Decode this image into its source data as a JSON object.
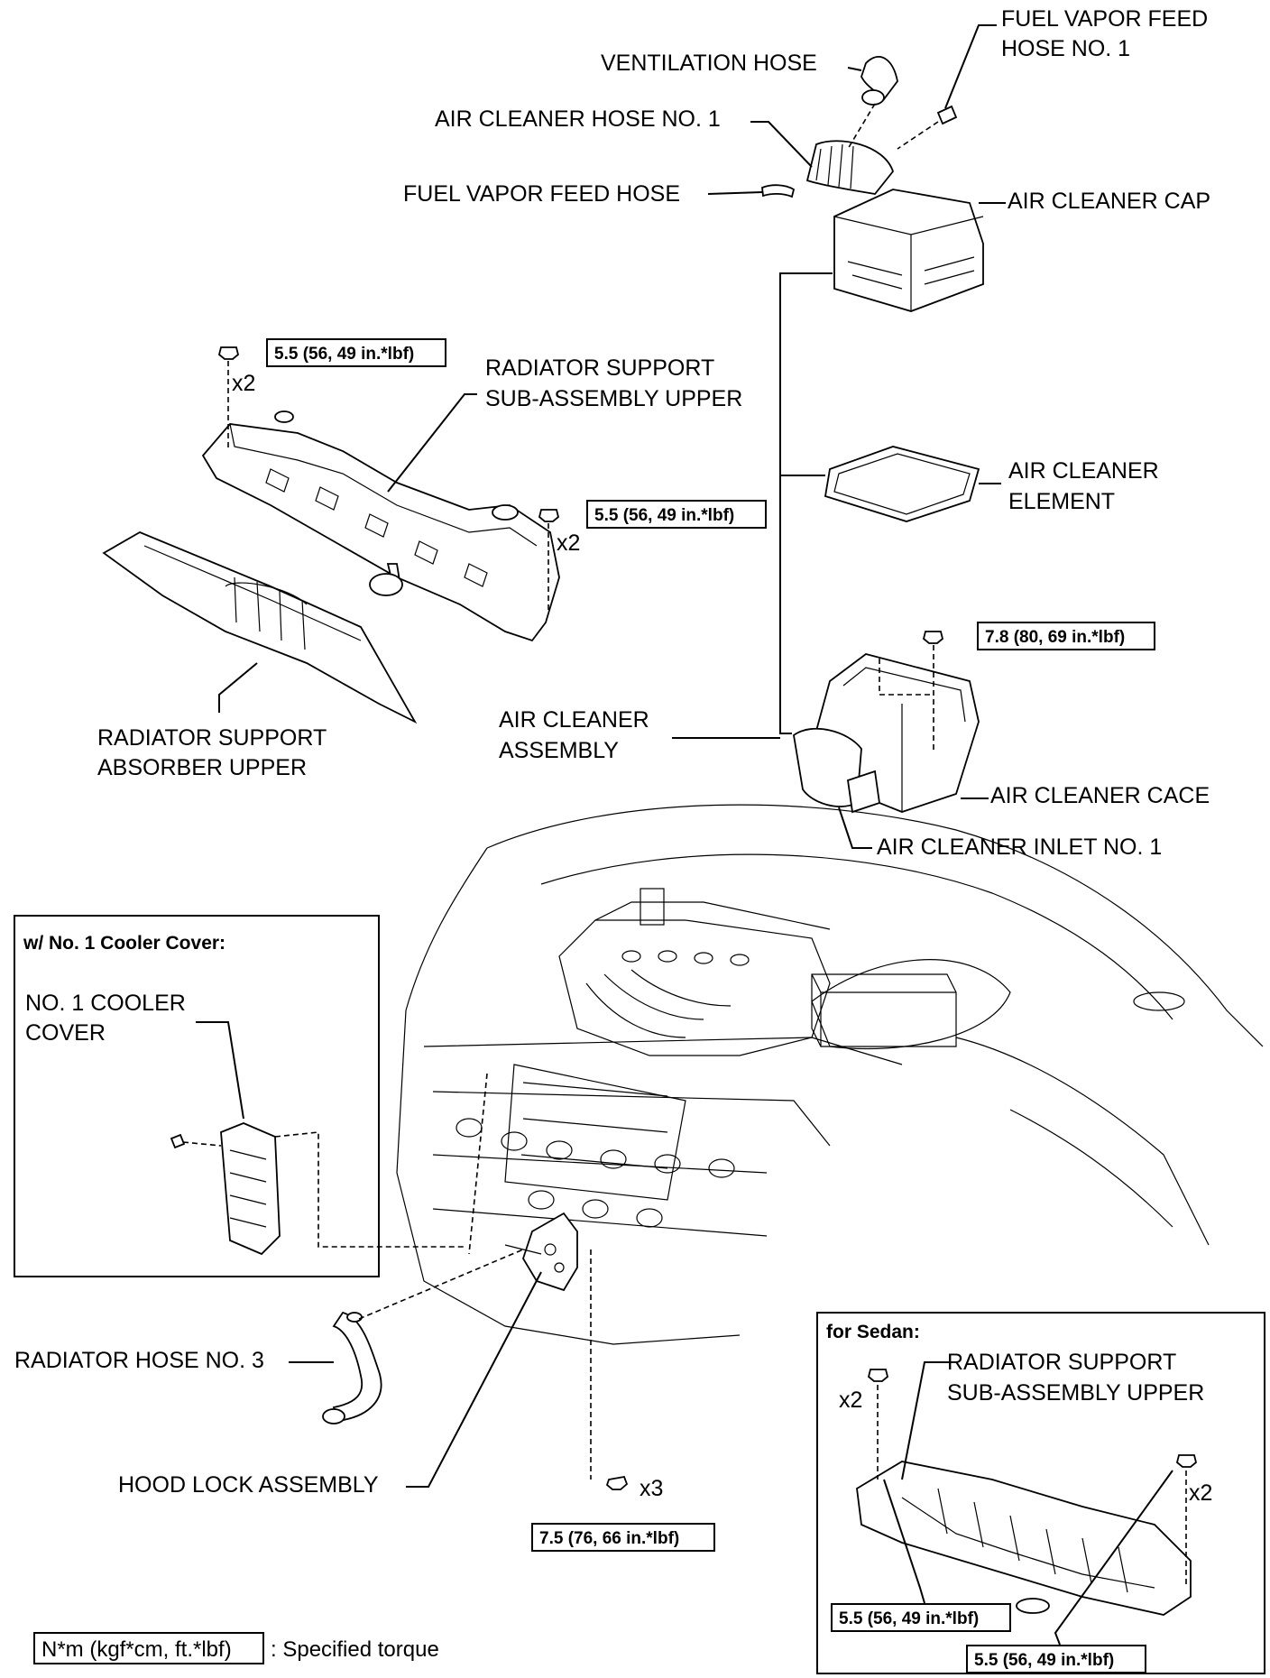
{
  "labels": {
    "fuel_vapor_feed_hose_no1_l1": "FUEL VAPOR FEED",
    "fuel_vapor_feed_hose_no1_l2": "HOSE NO. 1",
    "ventilation_hose": "VENTILATION HOSE",
    "air_cleaner_hose_no1": "AIR CLEANER HOSE NO. 1",
    "fuel_vapor_feed_hose": "FUEL VAPOR FEED HOSE",
    "air_cleaner_cap": "AIR CLEANER CAP",
    "radiator_support_upper_l1": "RADIATOR SUPPORT",
    "radiator_support_upper_l2": "SUB-ASSEMBLY UPPER",
    "air_cleaner_element_l1": "AIR CLEANER",
    "air_cleaner_element_l2": "ELEMENT",
    "air_cleaner_assembly_l1": "AIR CLEANER",
    "air_cleaner_assembly_l2": "ASSEMBLY",
    "radiator_support_absorber_l1": "RADIATOR SUPPORT",
    "radiator_support_absorber_l2": "ABSORBER UPPER",
    "air_cleaner_case": "AIR CLEANER CACE",
    "air_cleaner_inlet_no1": "AIR CLEANER INLET NO. 1",
    "no1_cooler_cover_l1": "NO. 1 COOLER",
    "no1_cooler_cover_l2": "COVER",
    "radiator_hose_no3": "RADIATOR HOSE NO. 3",
    "hood_lock_assembly": "HOOD LOCK ASSEMBLY",
    "sedan_radiator_support_l1": "RADIATOR SUPPORT",
    "sedan_radiator_support_l2": "SUB-ASSEMBLY UPPER"
  },
  "torques": {
    "t_5_5_a": "5.5 (56, 49 in.*lbf)",
    "t_5_5_b": "5.5 (56, 49 in.*lbf)",
    "t_7_8": "7.8 (80, 69 in.*lbf)",
    "t_7_5": "7.5 (76, 66 in.*lbf)",
    "t_5_5_sedan_a": "5.5 (56, 49 in.*lbf)",
    "t_5_5_sedan_b": "5.5 (56, 49 in.*lbf)"
  },
  "quantities": {
    "q_x2_a": "x2",
    "q_x2_b": "x2",
    "q_x3": "x3",
    "q_x2_sedan_a": "x2",
    "q_x2_sedan_b": "x2"
  },
  "insets": {
    "cooler_cover_title": "w/ No. 1 Cooler Cover:",
    "sedan_title": "for Sedan:"
  },
  "legend": {
    "unit_box": "N*m (kgf*cm, ft.*lbf)",
    "description": ": Specified torque"
  }
}
